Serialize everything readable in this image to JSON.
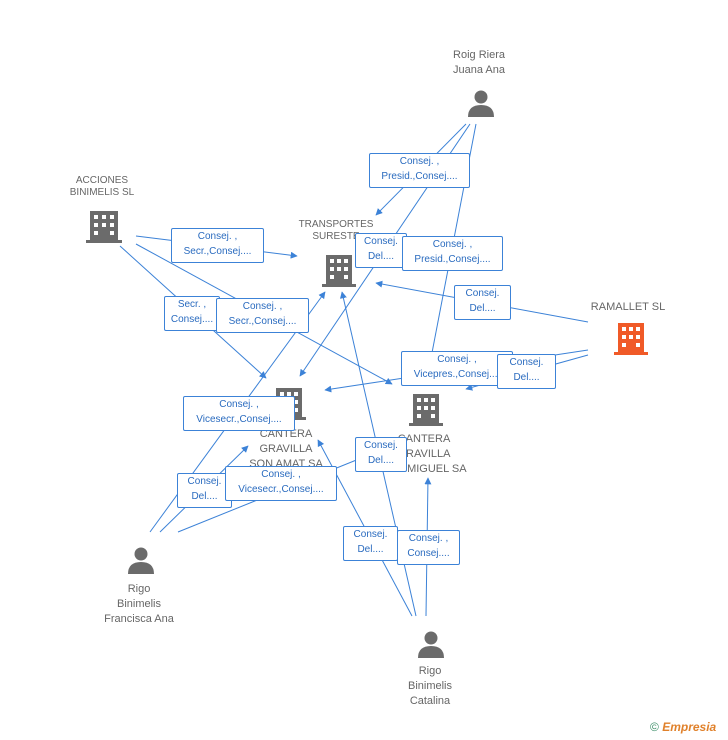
{
  "colors": {
    "edge": "#3c82d7",
    "node": "#6b6b6b",
    "focus": "#f05a28"
  },
  "nodes": {
    "roig": "Roig Riera\nJuana Ana",
    "acciones": "ACCIONES\nBINIMELIS SL",
    "transportes": "TRANSPORTES\nSURESTE",
    "ramallet": "RAMALLET SL",
    "cantera_amat": "CANTERA\nGRAVILLA\nSON AMAT SA",
    "cantera_miguel": "CANTERA\nGRAVILLA\nSAN MIGUEL SA",
    "rigo_fa": "Rigo\nBinimelis\nFrancisca Ana",
    "rigo_ca": "Rigo\nBinimelis\nCatalina"
  },
  "roles": {
    "r1": {
      "l1": "Consej. ,",
      "l2": "Presid.,Consej...."
    },
    "r2": {
      "l1": "Consej. ,",
      "l2": "Secr.,Consej...."
    },
    "r3": {
      "l1": "Consej.",
      "l2": "Del...."
    },
    "r4": {
      "l1": "Consej. ,",
      "l2": "Presid.,Consej...."
    },
    "r5": {
      "l1": "Consej.",
      "l2": "Del...."
    },
    "r6": {
      "l1": "Secr. ,",
      "l2": "Consej...."
    },
    "r7": {
      "l1": "Consej. ,",
      "l2": "Secr.,Consej...."
    },
    "r8": {
      "l1": "Consej. ,",
      "l2": "Vicepres.,Consej...."
    },
    "r9": {
      "l1": "Consej.",
      "l2": "Del...."
    },
    "r10": {
      "l1": "Consej. ,",
      "l2": "Vicesecr.,Consej...."
    },
    "r11": {
      "l1": "Consej.",
      "l2": "Del...."
    },
    "r12": {
      "l1": "Consej.",
      "l2": "Del...."
    },
    "r13": {
      "l1": "Consej. ,",
      "l2": "Vicesecr.,Consej...."
    },
    "r14": {
      "l1": "Consej.",
      "l2": "Del...."
    },
    "r15": {
      "l1": "Consej. ,",
      "l2": "Consej...."
    }
  },
  "footer": {
    "copyright": "©",
    "brand": "Empresia"
  }
}
